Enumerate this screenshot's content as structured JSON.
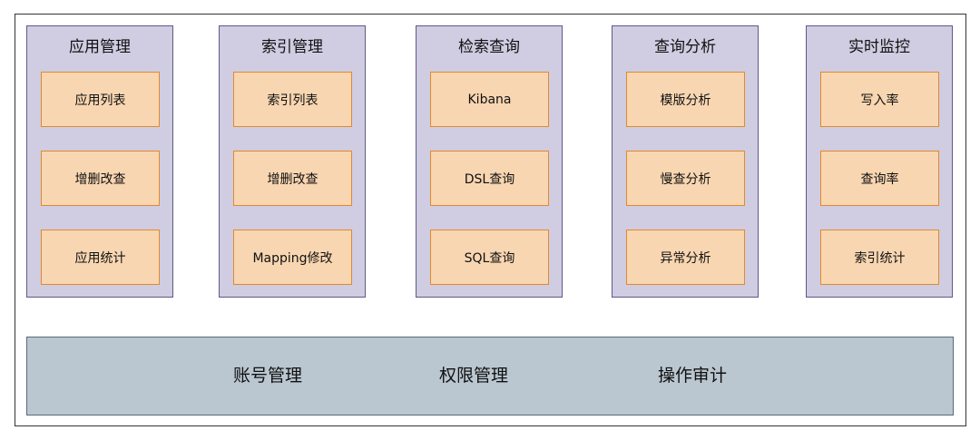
{
  "modules": [
    {
      "title": "应用管理",
      "items": [
        "应用列表",
        "增删改查",
        "应用统计"
      ]
    },
    {
      "title": "索引管理",
      "items": [
        "索引列表",
        "增删改查",
        "Mapping修改"
      ]
    },
    {
      "title": "检索查询",
      "items": [
        "Kibana",
        "DSL查询",
        "SQL查询"
      ]
    },
    {
      "title": "查询分析",
      "items": [
        "模版分析",
        "慢查分析",
        "异常分析"
      ]
    },
    {
      "title": "实时监控",
      "items": [
        "写入率",
        "查询率",
        "索引统计"
      ]
    }
  ],
  "base": {
    "items": [
      "账号管理",
      "权限管理",
      "操作审计"
    ]
  },
  "colors": {
    "module_fill": "#d0cce2",
    "module_border": "#5b5b89",
    "feature_fill": "#f8d6b1",
    "feature_border": "#e08a2c",
    "base_fill": "#bac6d0"
  }
}
